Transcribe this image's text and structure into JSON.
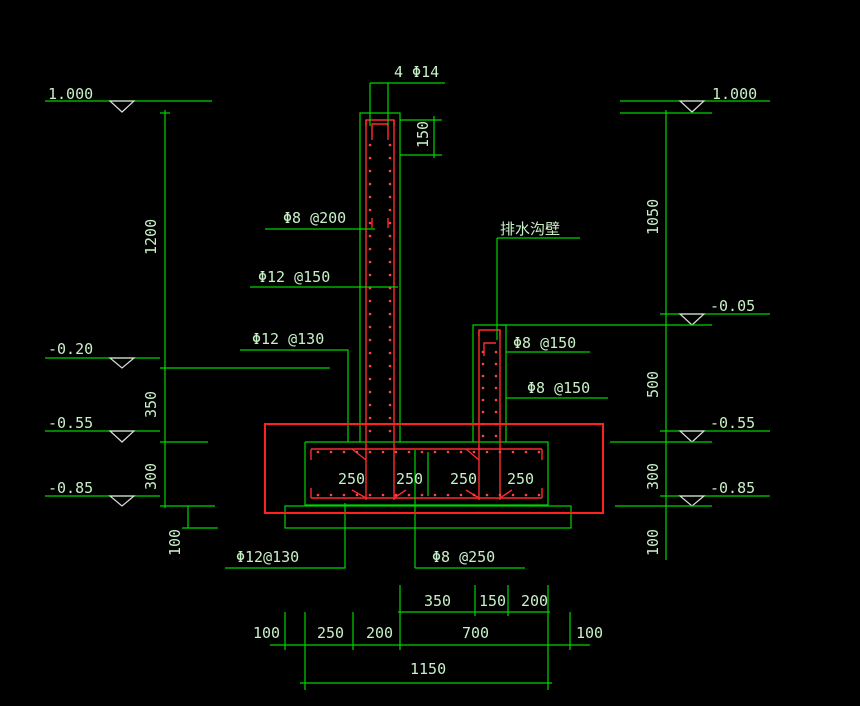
{
  "levels": {
    "top_left": "1.000",
    "top_right": "1.000",
    "m005": "-0.05",
    "m020": "-0.20",
    "m055_left": "-0.55",
    "m055_right": "-0.55",
    "m085_left": "-0.85",
    "m085_right": "-0.85"
  },
  "dims_left": {
    "d1200": "1200",
    "d350": "350",
    "d300": "300",
    "d100": "100"
  },
  "dims_right": {
    "d1050": "1050",
    "d500": "500",
    "d300": "300",
    "d100": "100"
  },
  "rebar": {
    "top_bars": "4 Φ14",
    "cap_150": "150",
    "stirrup_wall": "Φ8 @200",
    "vert_wall_a": "Φ12 @150",
    "vert_wall_b": "Φ12 @130",
    "trench_wall_a": "Φ8 @150",
    "trench_wall_b": "Φ8 @150",
    "base_main": "Φ12@130",
    "base_dist": "Φ8 @250",
    "trench_wall_name": "排水沟壁"
  },
  "base_labels": [
    "250",
    "250",
    "250",
    "250"
  ],
  "bottom_dims": {
    "row1": [
      "350",
      "150",
      "200"
    ],
    "row2": [
      "100",
      "250",
      "200",
      "700",
      "100"
    ],
    "total": "1150"
  }
}
